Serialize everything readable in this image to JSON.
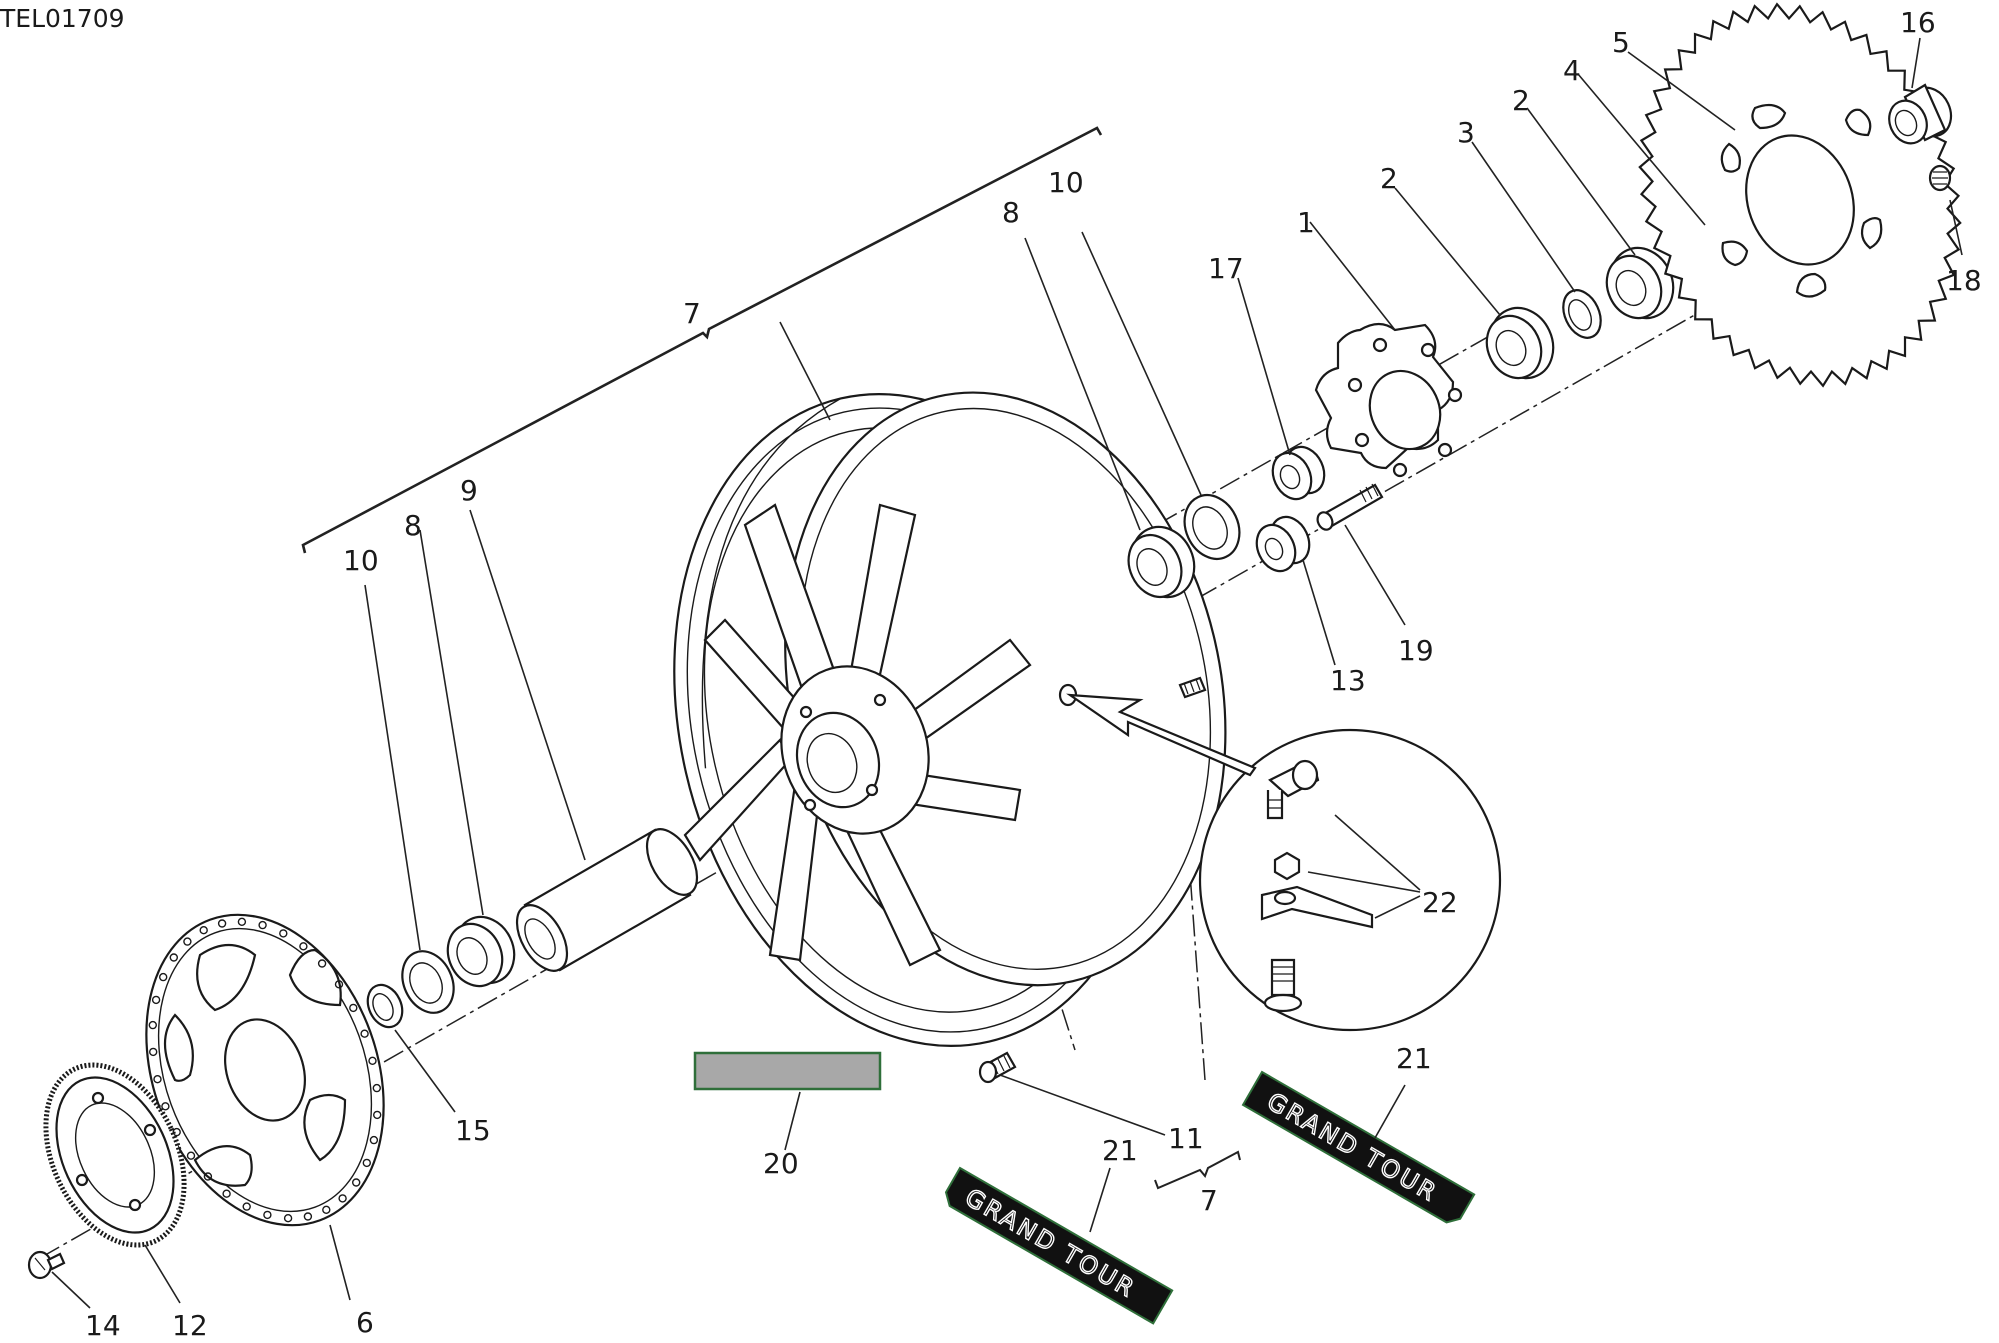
{
  "diagram_code": "TEL01709",
  "decal_text": "GRAND TOUR",
  "colors": {
    "line": "#1a1a1a",
    "background": "#ffffff",
    "label_grey": "#a8a8a8",
    "label_green": "#2f6f3a"
  },
  "callouts": [
    {
      "id": "c1",
      "label": "1"
    },
    {
      "id": "c2a",
      "label": "2"
    },
    {
      "id": "c2b",
      "label": "2"
    },
    {
      "id": "c3",
      "label": "3"
    },
    {
      "id": "c4",
      "label": "4"
    },
    {
      "id": "c5",
      "label": "5"
    },
    {
      "id": "c6",
      "label": "6"
    },
    {
      "id": "c7a",
      "label": "7"
    },
    {
      "id": "c7b",
      "label": "7"
    },
    {
      "id": "c8a",
      "label": "8"
    },
    {
      "id": "c8b",
      "label": "8"
    },
    {
      "id": "c9",
      "label": "9"
    },
    {
      "id": "c10a",
      "label": "10"
    },
    {
      "id": "c10b",
      "label": "10"
    },
    {
      "id": "c11",
      "label": "11"
    },
    {
      "id": "c12",
      "label": "12"
    },
    {
      "id": "c13",
      "label": "13"
    },
    {
      "id": "c14",
      "label": "14"
    },
    {
      "id": "c15",
      "label": "15"
    },
    {
      "id": "c16",
      "label": "16"
    },
    {
      "id": "c17",
      "label": "17"
    },
    {
      "id": "c18",
      "label": "18"
    },
    {
      "id": "c19",
      "label": "19"
    },
    {
      "id": "c20",
      "label": "20"
    },
    {
      "id": "c21a",
      "label": "21"
    },
    {
      "id": "c21b",
      "label": "21"
    },
    {
      "id": "c22",
      "label": "22"
    }
  ]
}
